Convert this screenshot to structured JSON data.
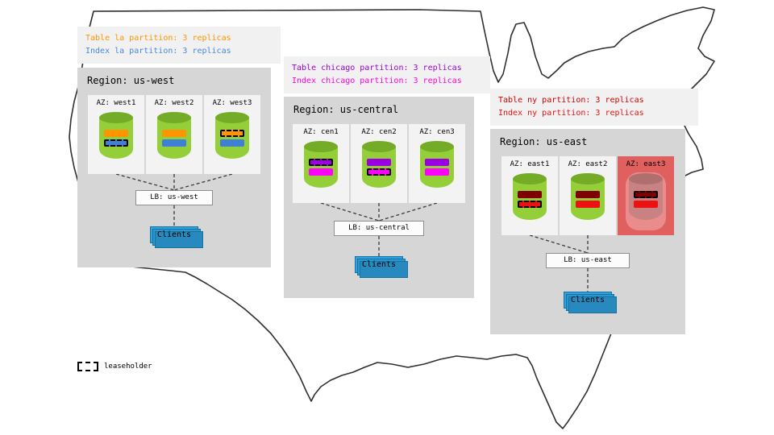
{
  "colors": {
    "clients_blue": "#2fa3df",
    "cylinder_green": "#94cf3a",
    "cylinder_top_green": "#74ab27",
    "failed_az_red": "#e05f5f",
    "region_gray": "#d6d6d6"
  },
  "legend": {
    "label": "leaseholder"
  },
  "regions": [
    {
      "title": "Region: us-west",
      "notes": [
        {
          "text": "Table la partition: 3 replicas",
          "color": "#ff9500"
        },
        {
          "text": "Index la partition: 3 replicas",
          "color": "#4a86d8"
        }
      ],
      "azs": [
        {
          "label": "AZ: west1",
          "bars": [
            {
              "color": "#ff9500",
              "leaseholder": false
            },
            {
              "color": "#3f7fd6",
              "leaseholder": true
            }
          ]
        },
        {
          "label": "AZ: west2",
          "bars": [
            {
              "color": "#ff9500",
              "leaseholder": false
            },
            {
              "color": "#3f7fd6",
              "leaseholder": false
            }
          ]
        },
        {
          "label": "AZ: west3",
          "bars": [
            {
              "color": "#ff9500",
              "leaseholder": true
            },
            {
              "color": "#3f7fd6",
              "leaseholder": false
            }
          ]
        }
      ],
      "lb_label": "LB: us-west",
      "clients_label": "Clients"
    },
    {
      "title": "Region: us-central",
      "notes": [
        {
          "text": "Table chicago partition: 3 replicas",
          "color": "#9b00d8"
        },
        {
          "text": "Index chicago partition: 3 replicas",
          "color": "#ff00dd"
        }
      ],
      "azs": [
        {
          "label": "AZ: cen1",
          "bars": [
            {
              "color": "#9b00e0",
              "leaseholder": true
            },
            {
              "color": "#ff00ff",
              "leaseholder": false
            }
          ]
        },
        {
          "label": "AZ: cen2",
          "bars": [
            {
              "color": "#9b00e0",
              "leaseholder": false
            },
            {
              "color": "#ff00ff",
              "leaseholder": true
            }
          ]
        },
        {
          "label": "AZ: cen3",
          "bars": [
            {
              "color": "#9b00e0",
              "leaseholder": false
            },
            {
              "color": "#ff00ff",
              "leaseholder": false
            }
          ]
        }
      ],
      "lb_label": "LB: us-central",
      "clients_label": "Clients"
    },
    {
      "title": "Region: us-east",
      "notes": [
        {
          "text": "Table ny partition: 3 replicas",
          "color": "#d40000"
        },
        {
          "text": "Index ny partition: 3 replicas",
          "color": "#ee1111"
        }
      ],
      "azs": [
        {
          "label": "AZ: east1",
          "failed": false,
          "bars": [
            {
              "color": "#7e0000",
              "leaseholder": false
            },
            {
              "color": "#ee1111",
              "leaseholder": true
            }
          ]
        },
        {
          "label": "AZ: east2",
          "failed": false,
          "bars": [
            {
              "color": "#7e0000",
              "leaseholder": false
            },
            {
              "color": "#ee1111",
              "leaseholder": false
            }
          ]
        },
        {
          "label": "AZ: east3",
          "failed": true,
          "bars": [
            {
              "color": "#7e0000",
              "leaseholder": true
            },
            {
              "color": "#ee1111",
              "leaseholder": false
            }
          ]
        }
      ],
      "lb_label": "LB: us-east",
      "clients_label": "Clients"
    }
  ]
}
